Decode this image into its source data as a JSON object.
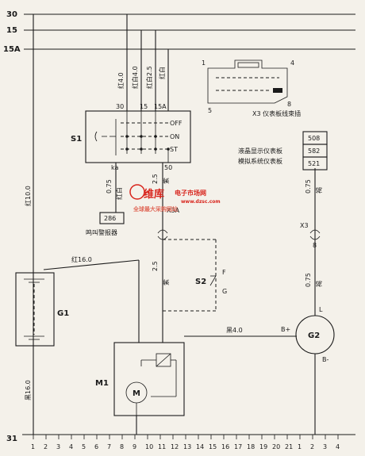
{
  "rails": {
    "r30": "30",
    "r15": "15",
    "r15a": "15A",
    "r31": "31"
  },
  "switch_s1": {
    "name": "S1",
    "terminals": {
      "t30": "30",
      "t15": "15",
      "t15a": "15A",
      "ka": "ka",
      "t50": "50"
    },
    "positions": [
      "OFF",
      "ON",
      "ST"
    ],
    "wires_top": [
      "红4.0",
      "红白4.0",
      "红白2.5",
      "红白"
    ]
  },
  "wire_labels": {
    "w_red10": "红10.0",
    "w_red16": "红16.0",
    "w_black16": "黑16.0",
    "w_075_left": "0.75",
    "w_redwhite_left": "红白",
    "w_25_top": "2.5",
    "w_purple_top": "紫",
    "w_25_mid": "2.5",
    "w_purple_mid": "紫",
    "w_black4": "黑4.0",
    "w_075_r1": "0.75",
    "w_brown1": "褐",
    "w_075_r2": "0.75",
    "w_brown2": "褐"
  },
  "components": {
    "buzzer": {
      "code": "286",
      "label": "鸣叫警报器"
    },
    "connector_x3a": "X3A",
    "connector_x3": "X3",
    "connector_x3_pin": "8",
    "s2": {
      "name": "S2",
      "t_f": "F",
      "t_g": "G"
    },
    "g1": "G1",
    "m1": "M1",
    "motor": "M",
    "g2": {
      "name": "G2",
      "b_plus": "B+",
      "b_minus": "B-",
      "l": "L"
    },
    "harness": {
      "label": "X3 仪表板线束插",
      "pins": [
        "1",
        "4",
        "5",
        "8"
      ]
    },
    "panels": [
      {
        "code": "508",
        "label": ""
      },
      {
        "code": "582",
        "label": "液晶显示仪表板"
      },
      {
        "code": "521",
        "label": "模拟系统仪表板"
      }
    ]
  },
  "watermark": {
    "brand": "维库",
    "site": "电子市场网",
    "url": "www.dzsc.com",
    "slogan": "全球最大采购网站"
  },
  "ground_numbers": [
    "1",
    "2",
    "3",
    "4",
    "5",
    "6",
    "7",
    "8",
    "9",
    "10",
    "11",
    "12",
    "13",
    "14",
    "15",
    "16",
    "17",
    "18",
    "19",
    "20",
    "21",
    "1",
    "2",
    "3",
    "4"
  ]
}
